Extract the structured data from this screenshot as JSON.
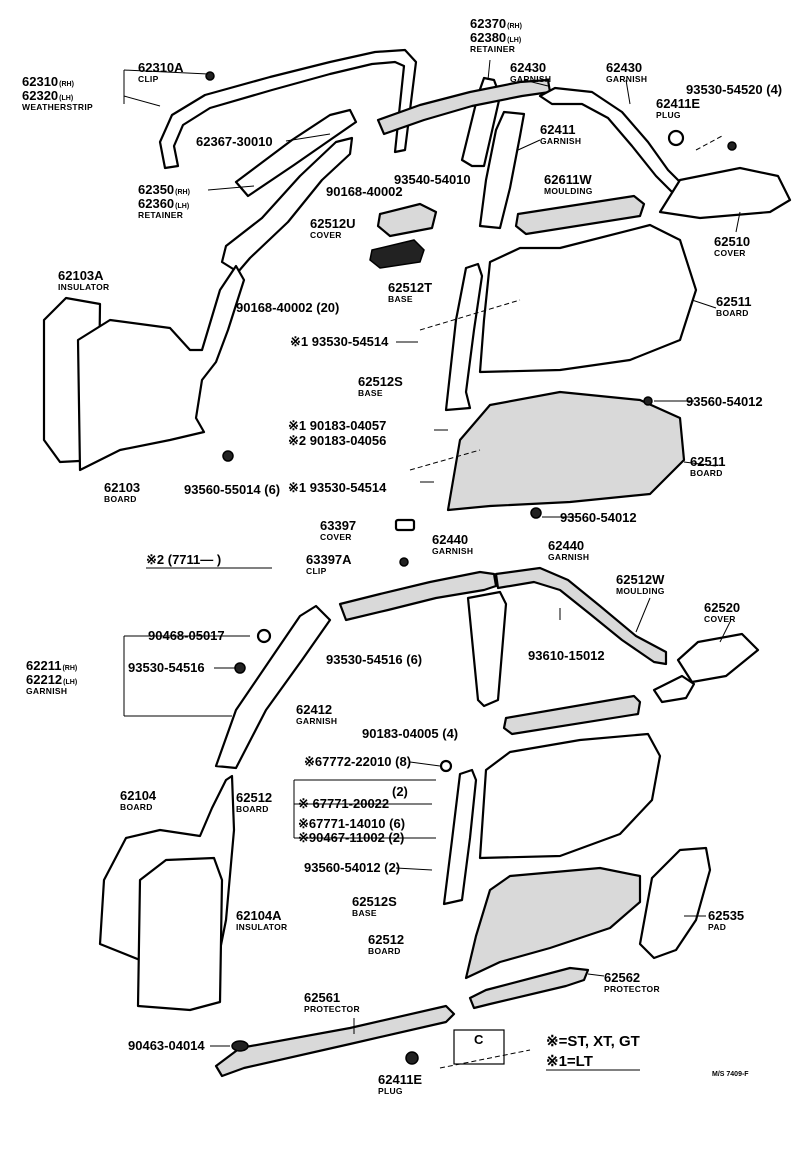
{
  "callouts": {
    "c62370": "62370",
    "c62370_s": "(RH)",
    "c62380": "62380",
    "c62380_s": "(LH)",
    "c62370_n": "RETAINER",
    "c62430a": "62430",
    "c62430a_n": "GARNISH",
    "c62430b": "62430",
    "c62430b_n": "GARNISH",
    "c62310a": "62310A",
    "c62310a_n": "CLIP",
    "c62310": "62310",
    "c62310_s": "(RH)",
    "c62320": "62320",
    "c62320_s": "(LH)",
    "c62310_n": "WEATHERSTRIP",
    "c93530_54520": "93530-54520 (4)",
    "c62411e_top": "62411E",
    "c62411e_top_n": "PLUG",
    "c62367": "62367-30010",
    "c62411": "62411",
    "c62411_n": "GARNISH",
    "c93540": "93540-54010",
    "c90168_a": "90168-40002",
    "c62350": "62350",
    "c62350_s": "(RH)",
    "c62360": "62360",
    "c62360_s": "(LH)",
    "c62350_n": "RETAINER",
    "c62611w": "62611W",
    "c62611w_n": "MOULDING",
    "c62512u": "62512U",
    "c62512u_n": "COVER",
    "c62510": "62510",
    "c62510_n": "COVER",
    "c62103a": "62103A",
    "c62103a_n": "INSULATOR",
    "c62512t": "62512T",
    "c62512t_n": "BASE",
    "c90168_b": "90168-40002 (20)",
    "c62511a": "62511",
    "c62511a_n": "BOARD",
    "c93530_54514a": "※1 93530-54514",
    "c62512s_a": "62512S",
    "c62512s_a_n": "BASE",
    "c93560_54012a": "93560-54012",
    "c90183_04057": "※1 90183-04057",
    "c90183_04056": "※2 90183-04056",
    "c62511b": "62511",
    "c62511b_n": "BOARD",
    "c62103": "62103",
    "c62103_n": "BOARD",
    "c93560_55014": "93560-55014 (6)",
    "c93530_54514b": "※1 93530-54514",
    "c93560_54012b": "93560-54012",
    "c63397": "63397",
    "c63397_n": "COVER",
    "c63397a": "63397A",
    "c63397a_n": "CLIP",
    "c62440a": "62440",
    "c62440a_n": "GARNISH",
    "c62440b": "62440",
    "c62440b_n": "GARNISH",
    "c62512w": "62512W",
    "c62512w_n": "MOULDING",
    "c62520": "62520",
    "c62520_n": "COVER",
    "c90468": "90468-05017",
    "c62211": "62211",
    "c62211_s": "(RH)",
    "c62212": "62212",
    "c62212_s": "(LH)",
    "c62211_n": "GARNISH",
    "c93530_54516a": "93530-54516",
    "c93530_54516b": "93530-54516 (6)",
    "c93610": "93610-15012",
    "c62412": "62412",
    "c62412_n": "GARNISH",
    "c90183_04005": "90183-04005 (4)",
    "c67772": "※67772-22010 (8)",
    "c62104": "62104",
    "c62104_n": "BOARD",
    "c62512_mid": "62512",
    "c62512_mid_n": "BOARD",
    "c67771_2": "(2)",
    "c67771": "※ 67771-20022",
    "c67771_14010": "※67771-14010 (6)",
    "c90467": "※90467-11002 (2)",
    "c93560_54012c": "93560-54012 (2)",
    "c62104a": "62104A",
    "c62104a_n": "INSULATOR",
    "c62512s_b": "62512S",
    "c62512s_b_n": "BASE",
    "c62535": "62535",
    "c62535_n": "PAD",
    "c62512_low": "62512",
    "c62512_low_n": "BOARD",
    "c62561": "62561",
    "c62561_n": "PROTECTOR",
    "c62562": "62562",
    "c62562_n": "PROTECTOR",
    "c90463": "90463-04014",
    "c62411e_bot": "62411E",
    "c62411e_bot_n": "PLUG",
    "c_box": "C"
  },
  "notes": {
    "serial": "※2 (7711—       )",
    "legend1": "※=ST, XT, GT",
    "legend2": "※1=LT",
    "ref": "M/S  7409-F"
  }
}
